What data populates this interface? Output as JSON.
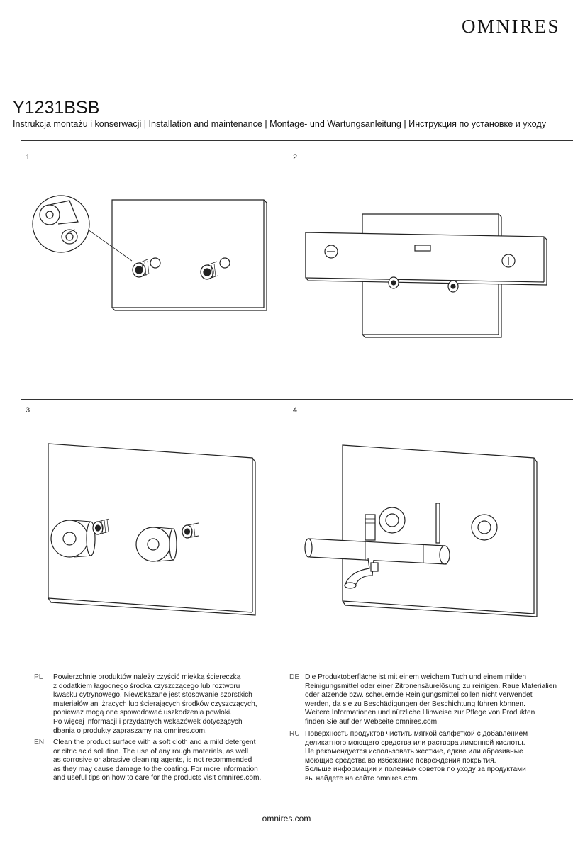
{
  "brand": "OMNIRES",
  "product_code": "Y1231BSB",
  "subtitle": "Instrukcja montażu i konserwacji | Installation and maintenance | Montage- und Wartungsanleitung | Инструкция по установке и уходу",
  "steps": [
    "1",
    "2",
    "3",
    "4"
  ],
  "maintenance": {
    "pl": {
      "lang": "PL",
      "lines": [
        "Powierzchnię produktów należy czyścić miękką ściereczką",
        "z dodatkiem łagodnego środka czyszczącego lub roztworu",
        "kwasku cytrynowego. Niewskazane jest stosowanie szorstkich",
        "materiałów ani żrących lub ścierających środków czyszczących,",
        "ponieważ mogą one spowodować uszkodzenia powłoki.",
        "Po więcej informacji i przydatnych wskazówek dotyczących",
        "dbania o produkty zapraszamy na omnires.com."
      ]
    },
    "en": {
      "lang": "EN",
      "lines": [
        "Clean the product surface with a soft cloth and a mild detergent",
        "or citric acid solution. The use of any rough materials, as well",
        "as corrosive or abrasive cleaning agents, is not recommended",
        "as they may cause damage to the coating. For more information",
        "and useful tips on how to care for the products visit omnires.com."
      ]
    },
    "de": {
      "lang": "DE",
      "lines": [
        "Die Produktoberfläche ist mit einem weichem Tuch und einem milden",
        "Reinigungsmittel oder einer Zitronensäurelösung zu reinigen. Raue Materialien",
        "oder ätzende bzw. scheuernde Reinigungsmittel sollen nicht verwendet",
        "werden, da sie zu Beschädigungen der Beschichtung führen können.",
        "Weitere Informationen und nützliche Hinweise zur Pflege von Produkten",
        "finden Sie auf der Webseite omnires.com."
      ]
    },
    "ru": {
      "lang": "RU",
      "lines": [
        "Поверхность продуктов чистить мягкой салфеткой с добавлением",
        "деликатного моющего средства или раствора лимонной кислоты.",
        "Не рекомендуется использовать жесткие, едкие или абразивные",
        "моющие средства во избежание повреждения покрытия.",
        "Больше информации и полезных советов по уходу за продуктами",
        "вы найдете на сайте omnires.com."
      ]
    }
  },
  "footer": "omnires.com"
}
